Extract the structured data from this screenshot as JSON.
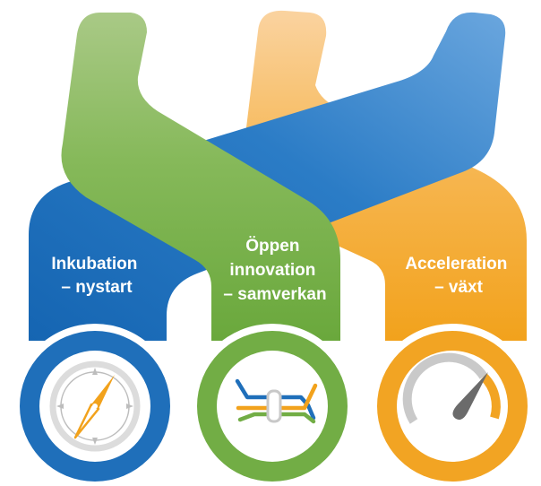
{
  "colors": {
    "blue": "#1f6fba",
    "blue_light": "#5b9bd8",
    "green": "#72ad45",
    "green_light": "#b3cf8d",
    "orange": "#f2a423",
    "orange_light": "#f8c97b",
    "ring_gray": "#e6e6e6",
    "icon_gray": "#bcbcbc",
    "icon_dark": "#6b6b6b"
  },
  "columns": [
    {
      "id": "inkubation",
      "label_lines": [
        "Inkubation",
        "– nystart"
      ],
      "icon": "compass-icon"
    },
    {
      "id": "oppen",
      "label_lines": [
        "Öppen",
        "innovation",
        "– samverkan"
      ],
      "icon": "transit-map-icon"
    },
    {
      "id": "acceleration",
      "label_lines": [
        "Acceleration",
        "– växt"
      ],
      "icon": "speedometer-icon"
    }
  ]
}
